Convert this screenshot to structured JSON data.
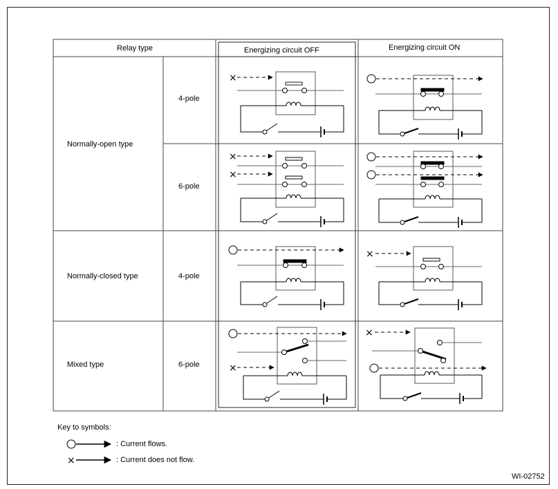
{
  "table": {
    "headers": {
      "relay_type": "Relay type",
      "off": "Energizing circuit OFF",
      "on": "Energizing circuit ON"
    },
    "rows": [
      {
        "type": "Normally-open type",
        "poles": [
          "4-pole",
          "6-pole"
        ]
      },
      {
        "type": "Normally-closed type",
        "poles": [
          "4-pole"
        ]
      },
      {
        "type": "Mixed type",
        "poles": [
          "6-pole"
        ]
      }
    ]
  },
  "key": {
    "title": "Key to symbols:",
    "flows": ":  Current flows.",
    "not_flows": ":  Current does not flow."
  },
  "figure_id": "WI-02752"
}
